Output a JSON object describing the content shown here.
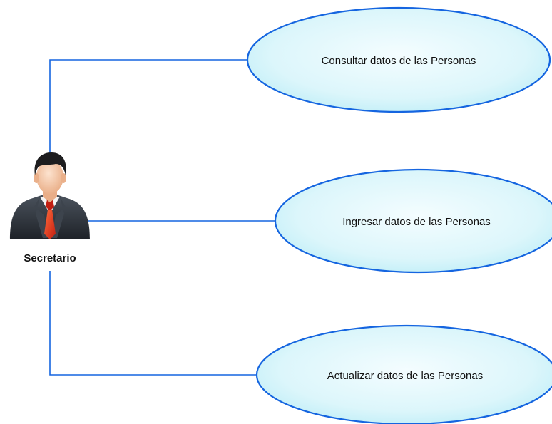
{
  "actor": {
    "name": "Secretario",
    "icon": "businessman-icon"
  },
  "use_cases": [
    {
      "label": "Consultar datos de las Personas"
    },
    {
      "label": "Ingresar datos de las Personas"
    },
    {
      "label": "Actualizar datos de las Personas"
    }
  ],
  "colors": {
    "line": "#1565e0",
    "ellipse_fill_center": "#f4fdff",
    "ellipse_fill_edge": "#c6f0f8",
    "ellipse_stroke": "#1565e0",
    "suit": "#2a2f36",
    "tie": "#d9321e",
    "hair": "#1d1d1f",
    "skin": "#f7c8a4"
  }
}
